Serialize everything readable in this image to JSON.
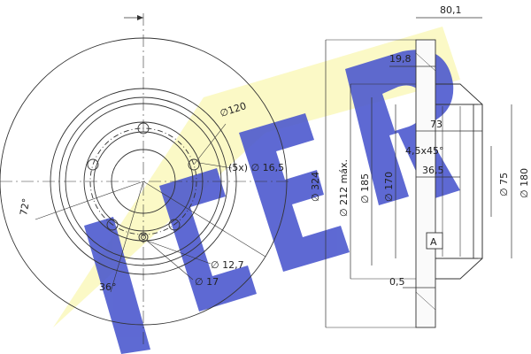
{
  "brand": {
    "logo_text": "ICER",
    "logo_color": "#3a48c9",
    "accent_color": "#f3ef6a"
  },
  "front_view": {
    "bolt_circle": "∅120",
    "bolt_holes": "(5x) ∅ 16,5",
    "outer_diameter": "∅ 324",
    "hole_a": "∅ 12,7",
    "hole_b": "∅ 17",
    "angle_a": "72°",
    "angle_b": "36°"
  },
  "side_view": {
    "overall_height": "80,1",
    "thickness": "19,8",
    "hat_depth": "73",
    "chamfer": "4,5x45°",
    "offset": "36,5",
    "min_thickness": "0,5",
    "max_diameter": "∅ 212 máx.",
    "d185": "∅ 185",
    "d170": "∅ 170",
    "d75": "∅ 75",
    "d180": "∅ 180",
    "detail_label": "A"
  }
}
